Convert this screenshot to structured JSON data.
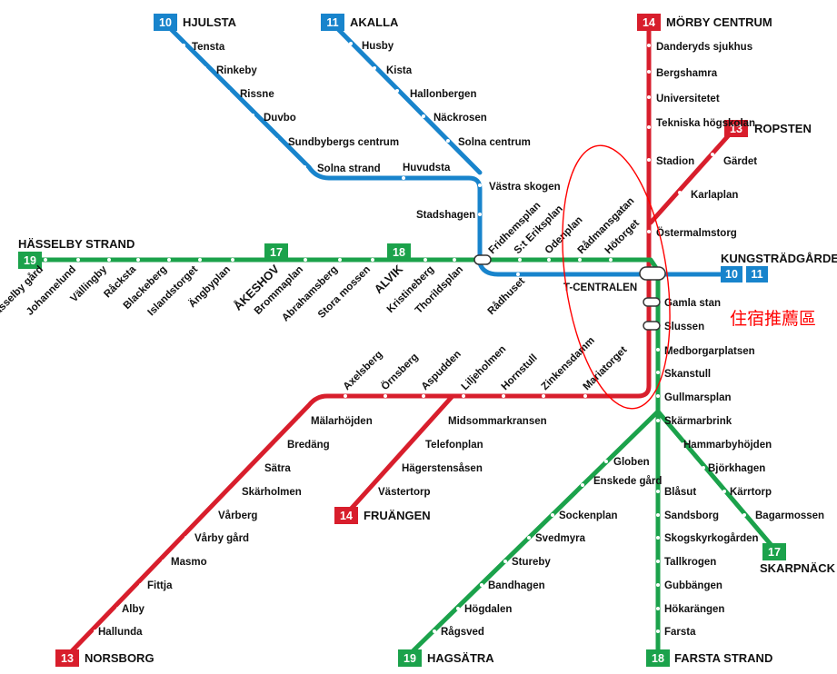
{
  "colors": {
    "red": "#d81e2c",
    "green": "#1ba24b",
    "blue": "#1884cc",
    "note": "#ff0000"
  },
  "annotation": {
    "text": "住宿推薦區"
  },
  "hub": {
    "name": "T-CENTRALEN"
  },
  "terminals": {
    "line10": {
      "number": "10",
      "name": "HJULSTA"
    },
    "line11": {
      "number": "11",
      "name": "AKALLA"
    },
    "line14_north": {
      "number": "14",
      "name": "MÖRBY CENTRUM"
    },
    "line13_north": {
      "number": "13",
      "name": "ROPSTEN"
    },
    "line19_west": {
      "number": "19",
      "name": "HÄSSELBY STRAND"
    },
    "blue_east": {
      "name": "KUNGSTRÄDGÅRDEN",
      "numbers": [
        "10",
        "11"
      ]
    },
    "line17_west": {
      "number": "17",
      "name": "ÅKESHOV"
    },
    "line18_west": {
      "number": "18",
      "name": "ALVIK"
    },
    "line14_south": {
      "number": "14",
      "name": "FRUÄNGEN"
    },
    "line13_south": {
      "number": "13",
      "name": "NORSBORG"
    },
    "line19_south": {
      "number": "19",
      "name": "HAGSÄTRA"
    },
    "line18_south": {
      "number": "18",
      "name": "FARSTA STRAND"
    },
    "line17_south": {
      "number": "17",
      "name": "SKARPNÄCK"
    }
  },
  "stations": {
    "blue10": [
      "Tensta",
      "Rinkeby",
      "Rissne",
      "Duvbo",
      "Sundbybergs centrum",
      "Solna strand",
      "Huvudsta"
    ],
    "blue11": [
      "Husby",
      "Kista",
      "Hallonbergen",
      "Näckrosen",
      "Solna centrum"
    ],
    "blue_trunk": [
      "Västra skogen",
      "Stadshagen",
      "Rådhuset"
    ],
    "red_north": [
      "Danderyds sjukhus",
      "Bergshamra",
      "Universitetet",
      "Tekniska högskolan",
      "Stadion",
      "Östermalmstorg"
    ],
    "red13_north": [
      "Gärdet",
      "Karlaplan"
    ],
    "green_west": [
      "Hässelby gård",
      "Johannelund",
      "Vällingby",
      "Råcksta",
      "Blackeberg",
      "Islandstorget",
      "Ängbyplan",
      "Brommaplan",
      "Abrahamsberg",
      "Stora mossen",
      "Kristineberg",
      "Thorildsplan"
    ],
    "green_inner": [
      "Fridhemsplan",
      "S:t Eriksplan",
      "Odenplan",
      "Rådmansgatan",
      "Hötorget"
    ],
    "central_south": [
      "Gamla stan",
      "Slussen"
    ],
    "green_trunk_south": [
      "Medborgarplatsen",
      "Skanstull",
      "Gullmarsplan",
      "Skärmarbrink"
    ],
    "red_sw_trunk": [
      "Axelsberg",
      "Örnsberg",
      "Aspudden",
      "Liljeholmen",
      "Hornstull",
      "Zinkensdamm",
      "Mariatorget"
    ],
    "red14_south": [
      "Midsommarkransen",
      "Telefonplan",
      "Hägerstensåsen",
      "Västertorp"
    ],
    "red13_south": [
      "Mälarhöjden",
      "Bredäng",
      "Sätra",
      "Skärholmen",
      "Vårberg",
      "Vårby gård",
      "Masmo",
      "Fittja",
      "Alby",
      "Hallunda"
    ],
    "green19_south": [
      "Globen",
      "Enskede gård",
      "Sockenplan",
      "Svedmyra",
      "Stureby",
      "Bandhagen",
      "Högdalen",
      "Rågsved"
    ],
    "green18_south": [
      "Blåsut",
      "Sandsborg",
      "Skogskyrkogården",
      "Tallkrogen",
      "Gubbängen",
      "Hökarängen",
      "Farsta"
    ],
    "green17_south": [
      "Hammarbyhöjden",
      "Björkhagen",
      "Kärrtorp",
      "Bagarmossen"
    ]
  }
}
